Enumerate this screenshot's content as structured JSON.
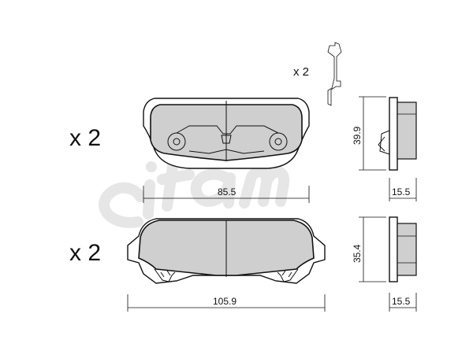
{
  "upper_pad": {
    "quantity": "x 2",
    "clip_quantity": "x 2",
    "width_dim": "85.5",
    "height_dim": "39.9",
    "thickness_dim": "15.5"
  },
  "lower_pad": {
    "quantity": "x 2",
    "width_dim": "105.9",
    "height_dim": "35.4",
    "thickness_dim": "15.5"
  },
  "watermark": {
    "text": "cifam",
    "color": "#e6e6e6"
  },
  "colors": {
    "line": "#111111",
    "friction_material": "#cfcfcf"
  }
}
